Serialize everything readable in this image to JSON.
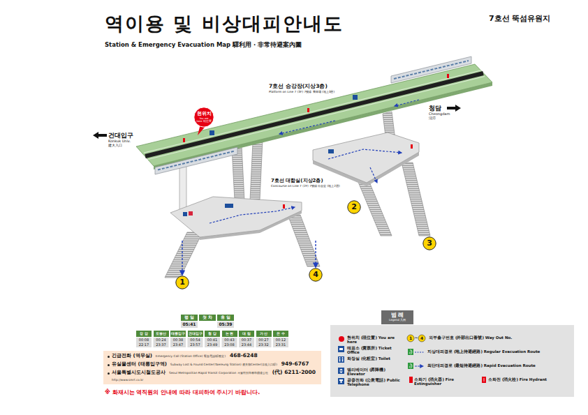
{
  "diagram": {
    "title": "역이용 및 비상대피안내도",
    "nodes": [
      {
        "text": [
          "7호선 승강장(지상3층)",
          "Platform on Line 7 (3F) 7號線 乘降場 (地上3層)"
        ]
      },
      {
        "text": [
          "현위치",
          "You are here 現位置"
        ],
        "in": 0
      },
      {
        "text": [
          "7호선 대합실(지상2층)",
          "Concourse on Line 7 (2F) 7號線 待合室 (地上2層)"
        ]
      },
      {
        "text": [
          "1"
        ]
      },
      {
        "text": [
          "2"
        ]
      },
      {
        "text": [
          "3"
        ]
      },
      {
        "text": [
          "4"
        ]
      },
      {
        "text": [
          "긴급전화 (역무실)",
          "Emergency Call (Station Office) 緊急電話(驛務室)",
          "468-6248",
          "유실물센터 (태릉입구역)",
          "Subway Lost & Found Center(Taereung Station) 遺失物Center(泰陵入口驛)",
          "949-6767",
          "서울특별시도시철도공사",
          "Seoul Metropolitan Rapid Transit Corporation 서울特別市都市鐵道公社",
          "(代) 6211-2000",
          "http://www.smrt.co.kr"
        ]
      }
    ],
    "edges": [
      {
        "from": 2,
        "to": 3,
        "arrow": "to"
      },
      {
        "from": 2,
        "to": 6,
        "arrow": "to"
      }
    ],
    "labels": [
      "7호선 뚝섬유원지",
      "Station & Emergency Evacuation Map 驛利用 · 非常待避案內圖",
      "건대입구",
      "Konkuk Univ.",
      "建大入口",
      "청담",
      "Cheongdam",
      "淸潭",
      "평 일",
      "첫 차",
      "휴 일",
      "05:41",
      "05:39",
      "장 암",
      "도봉산",
      "태릉입구",
      "건대입구",
      "청 담",
      "논 현",
      "대 림",
      "가 산",
      "온 수",
      "00:08",
      "00:24",
      "00:38",
      "00:54",
      "00:41",
      "00:43",
      "00:37",
      "00:27",
      "00:12",
      "22:17",
      "23:37",
      "23:47",
      "23:57",
      "23:49",
      "23:08",
      "23:44",
      "23:32",
      "23:31",
      "※ 화재시는 역직원의 안내에 따라 대피하여 주시기 바랍니다.",
      "범 례",
      "Legend 凡例",
      "1",
      "~",
      "4"
    ],
    "legend": [
      {
        "text": "현위치 (現位置) You are here",
        "color": "#e60012"
      },
      {
        "text": "매표소 (賣票所) Ticket Office"
      },
      {
        "text": "화장실 (化粧室) Toilet"
      },
      {
        "text": "엘리베이터 (昇降機) Elevator"
      },
      {
        "text": "공중전화 (公衆電話) Public Telephone"
      },
      {
        "text": "외부출구번호 (外部出口番號) Way Out No."
      },
      {
        "text": "지상대피경로 (地上待避經路) Regular Evacuation Route"
      },
      {
        "text": "최단대피경로 (最短待避經路) Rapid Evacuation Route"
      },
      {
        "text": "소화기 (消火器) Fire Extinguisher"
      },
      {
        "text": "소화전 (消火栓) Fire Hydrant"
      }
    ]
  }
}
